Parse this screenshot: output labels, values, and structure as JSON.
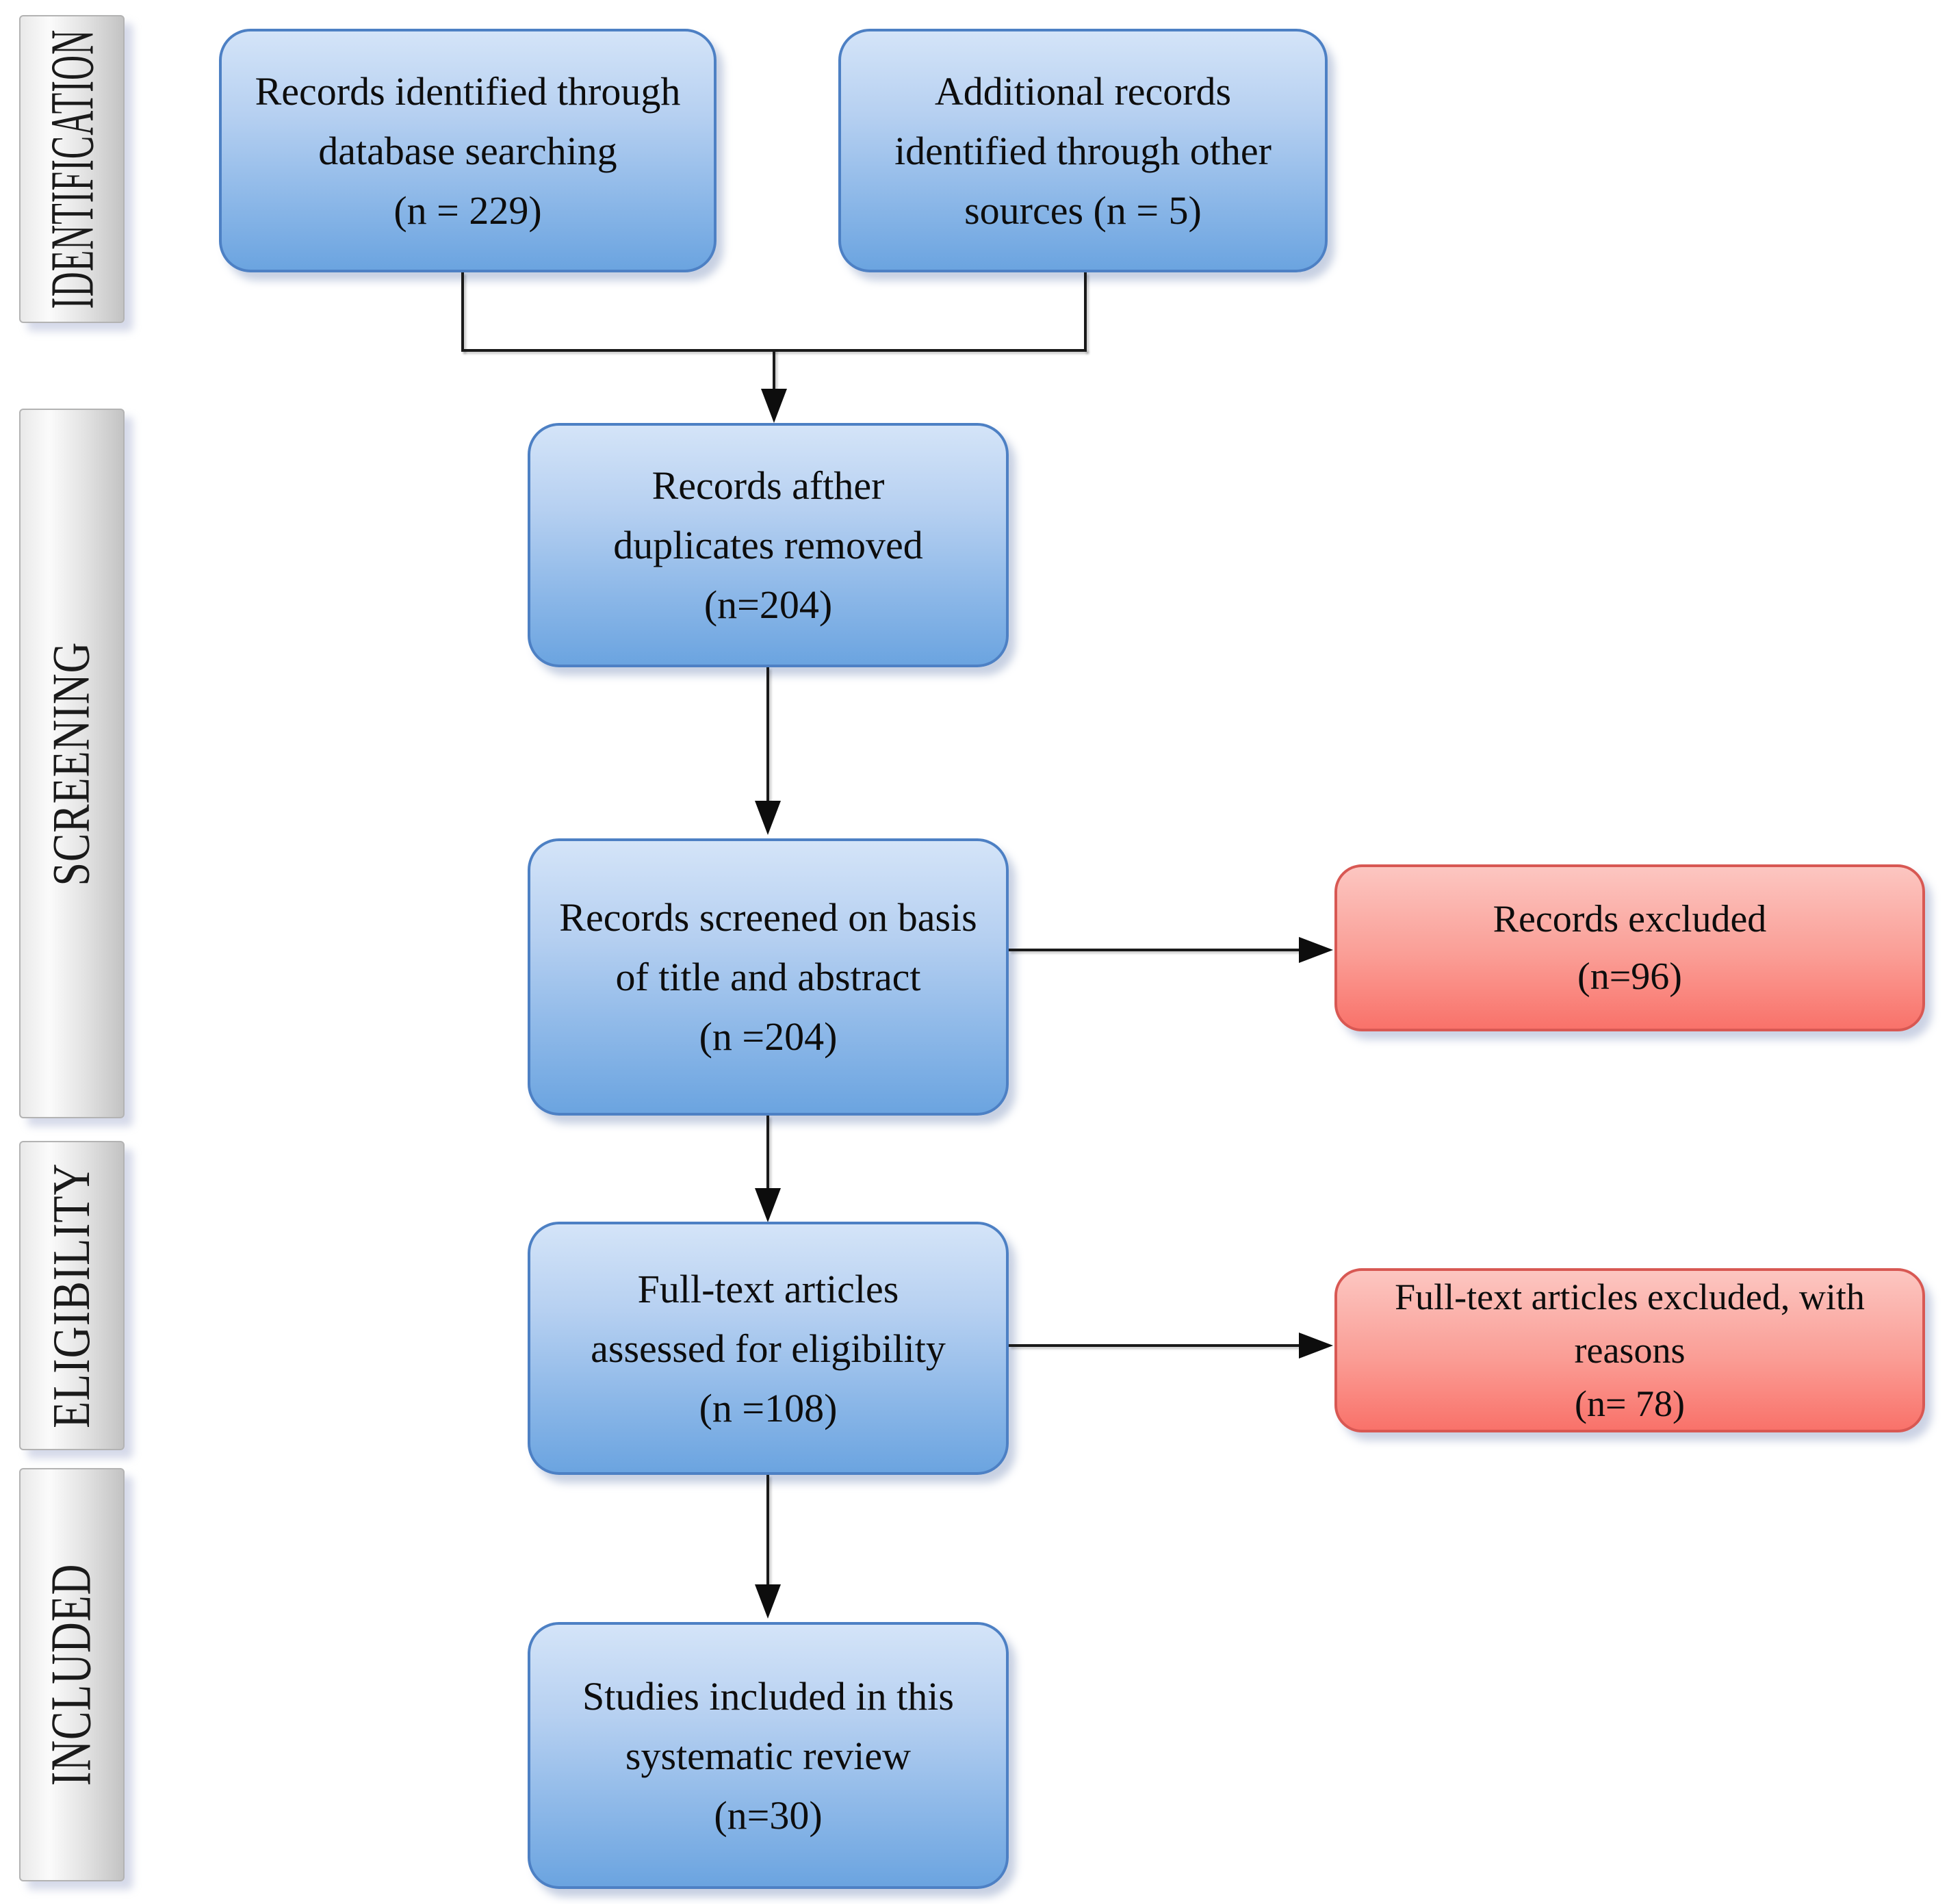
{
  "palette": {
    "blue_box_top": "#d4e4f8",
    "blue_box_bottom": "#6ba4e0",
    "blue_box_border": "#4d80c4",
    "red_box_top": "#fcc6c1",
    "red_box_bottom": "#f9726a",
    "red_box_border": "#d85853",
    "sidebar_fill": "#e3e3e3",
    "sidebar_border": "#b3b3b3",
    "connector": "#1a1a1a",
    "text": "#111111"
  },
  "sidebar": {
    "stages": [
      {
        "label": "IDENTIFICATION"
      },
      {
        "label": "SCREENING"
      },
      {
        "label": "ELIGIBILITY"
      },
      {
        "label": "INCLUDED"
      }
    ]
  },
  "flow": {
    "identified_db": {
      "lines": [
        "Records identified through",
        "database searching",
        "(n = 229)"
      ]
    },
    "identified_other": {
      "lines": [
        "Additional records",
        "identified through other",
        "sources (n = 5)"
      ]
    },
    "after_duplicates": {
      "lines": [
        "Records afther",
        "duplicates removed",
        "(n=204)"
      ]
    },
    "screened": {
      "lines": [
        "Records screened on basis",
        "of title and abstract",
        "(n =204)"
      ]
    },
    "records_excluded": {
      "lines": [
        "Records excluded",
        "(n=96)"
      ]
    },
    "fulltext_assessed": {
      "lines": [
        "Full-text articles",
        "assessed for eligibility",
        "(n =108)"
      ]
    },
    "fulltext_excluded": {
      "lines": [
        "Full-text articles excluded, with",
        "reasons",
        "(n= 78)"
      ]
    },
    "included_studies": {
      "lines": [
        "Studies included in this",
        "systematic review",
        "(n=30)"
      ]
    }
  }
}
